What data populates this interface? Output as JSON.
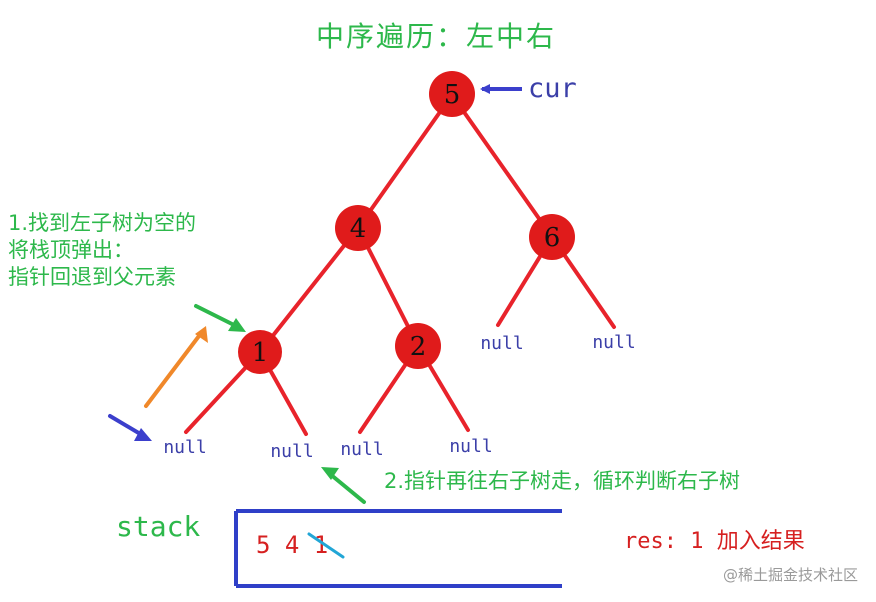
{
  "title": "中序遍历：左中右",
  "cur_label": "cur",
  "nodes": {
    "n5": "5",
    "n4": "4",
    "n6": "6",
    "n1": "1",
    "n2": "2"
  },
  "null_label": "null",
  "annotation1": {
    "line1": "1.找到左子树为空的",
    "line2": "将栈顶弹出：",
    "line3": "指针回退到父元素"
  },
  "annotation2": "2.指针再往右子树走，循环判断右子树",
  "stack_label": "stack",
  "stack_values": "5 4 1",
  "result_text": "res: 1 加入结果",
  "watermark": "@稀土掘金技术社区",
  "colors": {
    "node_fill": "#e01b1b",
    "edge": "#e8232b",
    "green": "#2db84b",
    "blue": "#3b3fcc",
    "orange": "#f0882a",
    "cyan": "#22a6d6",
    "box": "#2f3fc8"
  }
}
